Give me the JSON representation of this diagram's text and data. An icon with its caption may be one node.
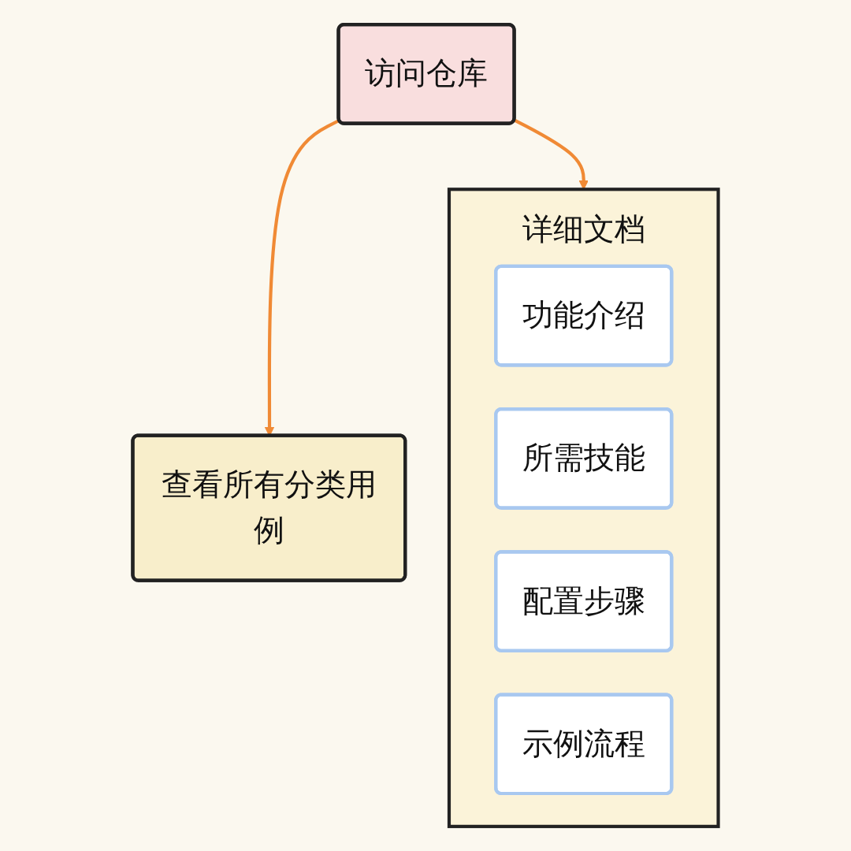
{
  "diagram": {
    "nodes": [
      {
        "text": [
          "访问仓库"
        ]
      },
      {
        "text": [
          "查看所有分类用例"
        ]
      },
      {
        "text": [
          "详细文档"
        ]
      },
      {
        "text": [
          "功能介绍"
        ],
        "in": 2
      },
      {
        "text": [
          "所需技能"
        ],
        "in": 2
      },
      {
        "text": [
          "配置步骤"
        ],
        "in": 2
      },
      {
        "text": [
          "示例流程"
        ],
        "in": 2
      }
    ],
    "edges": [
      {
        "from": 0,
        "to": 1,
        "arrow": "to"
      },
      {
        "from": 0,
        "to": 2,
        "arrow": "to"
      }
    ]
  }
}
